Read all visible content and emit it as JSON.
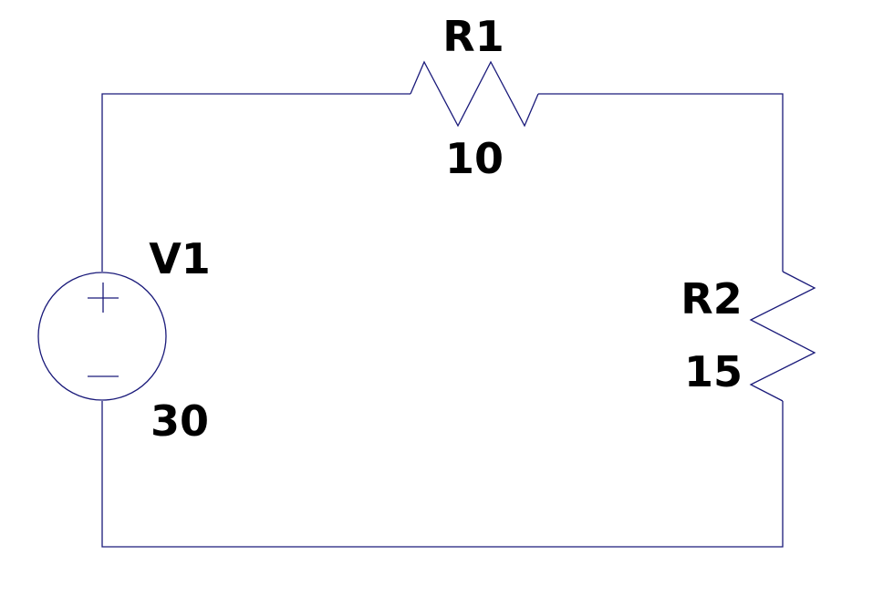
{
  "colors": {
    "wire": "#1a1a7a",
    "label": "#000000",
    "background": "#ffffff"
  },
  "components": {
    "r1": {
      "name": "R1",
      "value": "10"
    },
    "r2": {
      "name": "R2",
      "value": "15"
    },
    "v1": {
      "name": "V1",
      "value": "30"
    }
  }
}
